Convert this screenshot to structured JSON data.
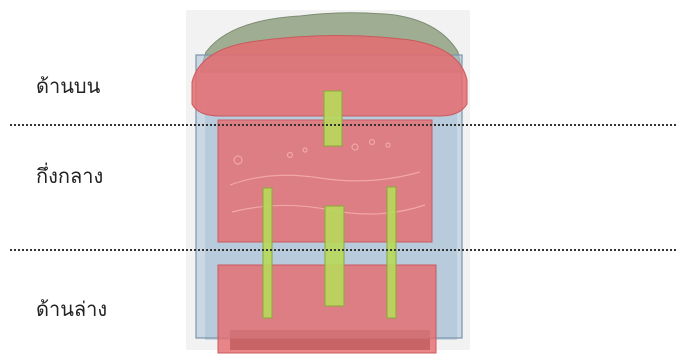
{
  "sections": {
    "top": "ด้านบน",
    "middle": "กึ่งกลาง",
    "bottom": "ด้านล่าง"
  },
  "colors": {
    "region_fill": "#e46c70",
    "marker_fill": "#b7d95a",
    "frame_fill": "#a9c3d9",
    "frame_stroke": "#7c93ad",
    "divider": "#333333"
  }
}
